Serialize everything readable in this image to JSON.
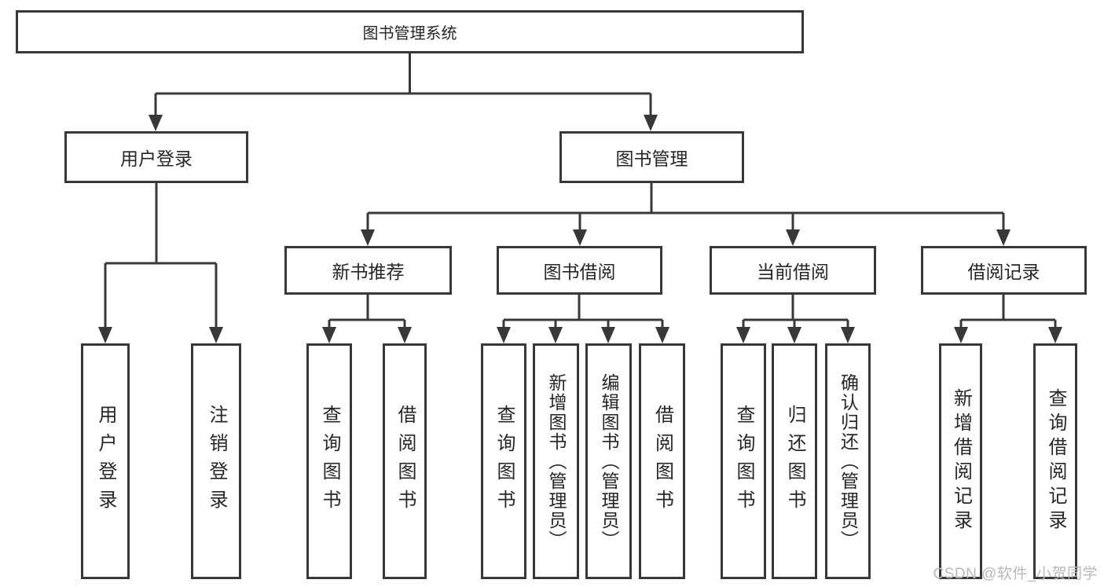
{
  "diagram": {
    "root": {
      "label": "图书管理系统"
    },
    "level2": [
      {
        "id": "user-login",
        "label": "用户登录"
      },
      {
        "id": "book-management",
        "label": "图书管理"
      }
    ],
    "level3": [
      {
        "id": "new-book-recommend",
        "label": "新书推荐",
        "parent": "book-management"
      },
      {
        "id": "book-borrow",
        "label": "图书借阅",
        "parent": "book-management"
      },
      {
        "id": "current-borrow",
        "label": "当前借阅",
        "parent": "book-management"
      },
      {
        "id": "borrow-records",
        "label": "借阅记录",
        "parent": "book-management"
      }
    ],
    "leaves": [
      {
        "parent": "user-login",
        "label": "用户登录"
      },
      {
        "parent": "user-login",
        "label": "注销登录"
      },
      {
        "parent": "new-book-recommend",
        "label": "查询图书"
      },
      {
        "parent": "new-book-recommend",
        "label": "借阅图书"
      },
      {
        "parent": "book-borrow",
        "label": "查询图书"
      },
      {
        "parent": "book-borrow",
        "label": "新增图书（管理员）"
      },
      {
        "parent": "book-borrow",
        "label": "编辑图书（管理员）"
      },
      {
        "parent": "book-borrow",
        "label": "借阅图书"
      },
      {
        "parent": "current-borrow",
        "label": "查询图书"
      },
      {
        "parent": "current-borrow",
        "label": "归还图书"
      },
      {
        "parent": "current-borrow",
        "label": "确认归还（管理员）"
      },
      {
        "parent": "borrow-records",
        "label": "新增借阅记录"
      },
      {
        "parent": "borrow-records",
        "label": "查询借阅记录"
      }
    ],
    "watermark": "CSDN @软件_小贺同学",
    "colors": {
      "line": "#383838",
      "text": "#262626",
      "watermark": "#b9b9b9",
      "background": "#ffffff"
    }
  }
}
